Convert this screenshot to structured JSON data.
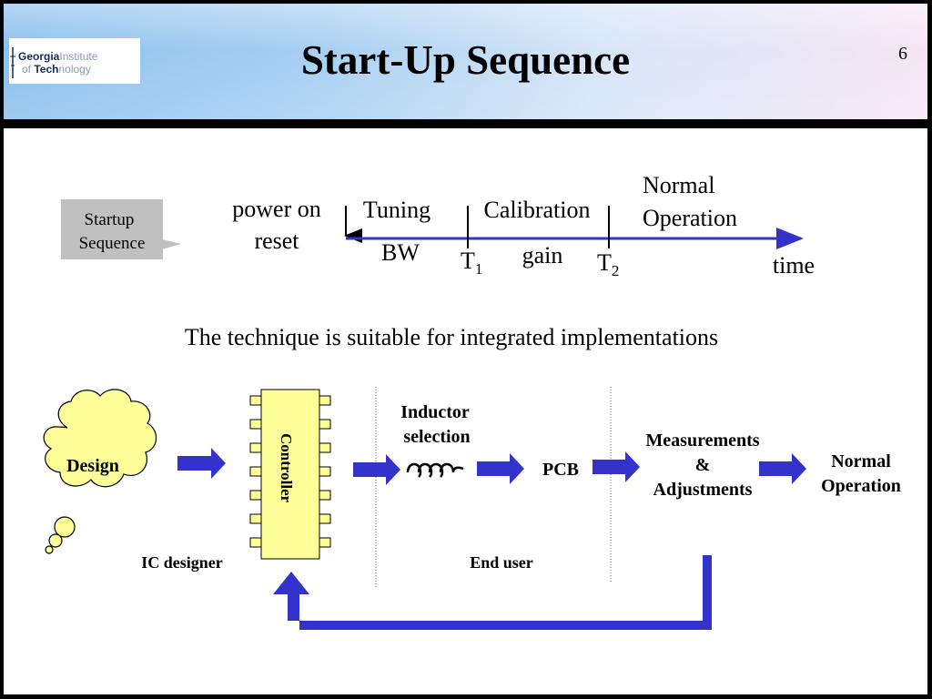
{
  "header": {
    "title": "Start-Up Sequence",
    "page_number": "6",
    "logo": {
      "line1_a": "Georgia",
      "line1_b": "Institute",
      "line2_a": "of ",
      "line2_b": "Tech",
      "line2_c": "nology"
    }
  },
  "timeline": {
    "startup_box": {
      "line1": "Startup",
      "line2": "Sequence"
    },
    "power_on": {
      "line1": "power on",
      "line2": "reset"
    },
    "tuning": "Tuning",
    "bw": "BW",
    "t1": "T",
    "t1_sub": "1",
    "calibration": "Calibration",
    "gain": "gain",
    "t2": "T",
    "t2_sub": "2",
    "normal": {
      "line1": "Normal",
      "line2": "Operation"
    },
    "time": "time"
  },
  "statement": "The technique is suitable for integrated implementations",
  "flow": {
    "design": "Design",
    "controller": "Controller",
    "inductor": {
      "line1": "Inductor",
      "line2": "selection"
    },
    "pcb": "PCB",
    "measurements": {
      "line1": "Measurements",
      "line2": "&",
      "line3": "Adjustments"
    },
    "normal": {
      "line1": "Normal",
      "line2": "Operation"
    },
    "ic_designer": "IC designer",
    "end_user": "End user"
  },
  "colors": {
    "accent_blue": "#3333cc",
    "chip_yellow": "#ffff99",
    "cloud_yellow": "#ffff99",
    "startup_gray": "#c0c0c0"
  }
}
